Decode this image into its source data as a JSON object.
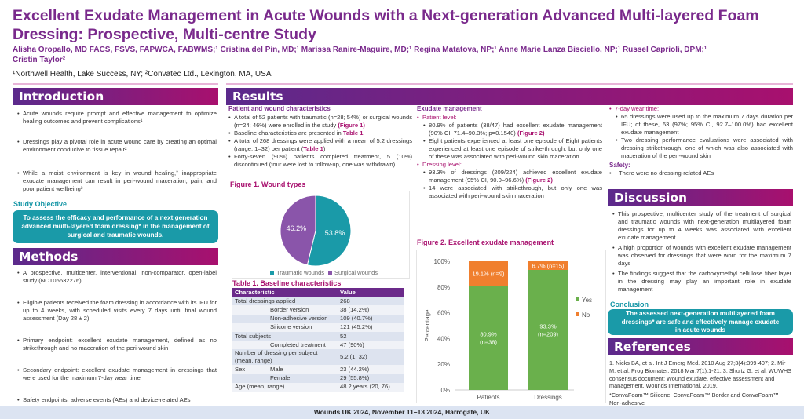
{
  "header": {
    "title": "Excellent Exudate Management in Acute Wounds with a Next-generation Advanced Multi-layered Foam Dressing: Prospective, Multi-centre Study",
    "authors": "Alisha Oropallo, MD FACS, FSVS, FAPWCA, FABWMS;¹ Cristina del Pin, MD;¹ Marissa Ranire-Maguire, MD;¹ Regina Matatova, NP;¹ Anne Marie Lanza Bisciello, NP;¹ Russel Caprioli, DPM;¹ Cristin Taylor²",
    "affiliations": "¹Northwell Health, Lake Success, NY; ²Convatec Ltd., Lexington, MA, USA"
  },
  "introduction": {
    "heading": "Introduction",
    "bullets": [
      "Acute wounds require prompt and effective management to optimize healing outcomes and prevent complications¹",
      "Dressings play a pivotal role in acute wound care by creating an optimal environment conducive to tissue repair²",
      "While a moist environment is key in wound healing,² inappropriate exudate management can result in peri-wound maceration, pain, and poor patient wellbeing³"
    ],
    "objective_heading": "Study Objective",
    "objective": "To assess the efficacy and performance of a next generation advanced multi-layered foam dressing* in the management of surgical and traumatic wounds."
  },
  "methods": {
    "heading": "Methods",
    "bullets": [
      "A prospective, multicenter, interventional, non-comparator, open-label study (NCT05632276)",
      "Eligible patients received the foam dressing in accordance with its IFU for up to 4 weeks, with scheduled visits every 7 days until final wound assessment (Day 28 ± 2)",
      "Primary endpoint: excellent exudate management, defined as no strikethrough and no maceration of the peri-wound skin",
      "Secondary endpoint: excellent exudate management in dressings that were used for the maximum 7-day wear time",
      "Safety endpoints: adverse events (AEs) and device-related AEs"
    ]
  },
  "results": {
    "heading": "Results",
    "pw_heading": "Patient and wound characteristics",
    "pw_bullets": [
      "A total of 52 patients with traumatic (n=28; 54%) or surgical wounds (n=24; 46%) were enrolled in the study ",
      "Baseline characteristics are presented in ",
      "A total of 268 dressings were applied with a mean of 5.2 dressings (range, 1–32) per patient (",
      "Forty-seven (90%) patients completed treatment, 5 (10%) discontinued (four were lost to follow-up, one was withdrawn)"
    ],
    "ref_fig1": "(Figure 1)",
    "ref_table1": "Table 1",
    "ref_table1b": "Table 1",
    "close_paren": ")",
    "ex_heading": "Exudate management",
    "patient_level": "Patient level:",
    "patient_bullets": [
      "80.9% of patients (38/47) had excellent exudate management (90% CI, 71.4–90.3%; p=0.1540) ",
      "Eight patients experienced at least one episode of Eight patients experienced at least one episode of strike-through, but only one of these was associated with peri-wound skin maceration"
    ],
    "ref_fig2": "(Figure 2)",
    "dressing_level": "Dressing level:",
    "dressing_bullets": [
      "93.3% of dressings (209/224) achieved excellent exudate management (95% CI, 90.0–96.6%) ",
      "14 were associated with strikethrough, but only one was associated with peri-wound skin maceration"
    ],
    "wear_heading": "7-day wear time:",
    "wear_bullets": [
      "65 dressings were used up to the maximum 7 days duration per IFU; of these, 63 (97%; 95% CI, 92.7–100.0%) had excellent exudate management",
      "Two dressing performance evaluations were associated with dressing strikethrough, one of which was also associated with maceration of the peri-wound skin"
    ],
    "safety_heading": "Safety:",
    "safety_bullet": "There were no dressing-related AEs"
  },
  "table1": {
    "title": "Table 1.  Baseline characteristics",
    "headers": [
      "Characteristic",
      "Value"
    ],
    "rows": [
      [
        "Total dressings applied",
        "",
        "268"
      ],
      [
        "",
        "Border version",
        "38 (14.2%)"
      ],
      [
        "",
        "Non-adhesive version",
        "109 (40.7%)"
      ],
      [
        "",
        "Silicone version",
        "121 (45.2%)"
      ],
      [
        "Total subjects",
        "",
        "52"
      ],
      [
        "",
        "Completed treatment",
        "47 (90%)"
      ],
      [
        "Number of dressing per subject (mean, range)",
        "",
        "5.2 (1, 32)"
      ],
      [
        "Sex",
        "Male",
        "23 (44.2%)"
      ],
      [
        "",
        "Female",
        "29 (55.8%)"
      ],
      [
        "Age (mean, range)",
        "",
        "48.2 years (20, 76)"
      ]
    ]
  },
  "chart_data": [
    {
      "type": "pie",
      "title": "Figure 1.  Wound types",
      "labels": [
        "Traumatic wounds",
        "Surgical wounds"
      ],
      "values": [
        53.8,
        46.2
      ],
      "data_labels": [
        "53.8%",
        "46.2%"
      ],
      "colors": [
        "#1a9aa8",
        "#8a55aa"
      ],
      "legend": "bottom"
    },
    {
      "type": "bar",
      "stacked": true,
      "title": "Figure 2.  Excellent exudate management",
      "categories": [
        "Patients",
        "Dressings"
      ],
      "ylabel": "Percentage",
      "ylim": [
        0,
        100
      ],
      "yticks": [
        "0%",
        "20%",
        "40%",
        "60%",
        "80%",
        "100%"
      ],
      "legend": "right",
      "series": [
        {
          "name": "Yes",
          "values": [
            80.9,
            93.3
          ],
          "labels": [
            [
              "80.9%",
              "(n=38)"
            ],
            [
              "93.3%",
              "(n=209)"
            ]
          ],
          "color": "#6ab04c"
        },
        {
          "name": "No",
          "values": [
            19.1,
            6.7
          ],
          "labels": [
            [
              "19.1% (n=9)"
            ],
            [
              "6.7% (n=15)"
            ]
          ],
          "color": "#f07f2e"
        }
      ]
    }
  ],
  "discussion": {
    "heading": "Discussion",
    "bullets": [
      "This prospective, multicenter study of the treatment of surgical and traumatic wounds with next-generation multilayered foam dressings for up to 4 weeks was associated with excellent exudate management",
      "A high proportion of wounds with excellent exudate management was observed for dressings that were worn for the maximum 7 days",
      "The findings suggest that the carboxymethyl cellulose fiber layer in the dressing may play an important role in exudate management"
    ],
    "conclusion_heading": "Conclusion",
    "conclusion": "The assessed next-generation multilayered foam dressings* are safe and effectively manage exudate in acute wounds"
  },
  "references": {
    "heading": "References",
    "text": "1. Nicks BA, et al. Int J Emerg Med. 2010 Aug 27;3(4):399-407; 2. Mir M, et al. Prog Biomater. 2018 Mar;7(1):1-21; 3. Shultz G, et al. WUWHS consensus document: Wound exudate, effective assessment and management. Wounds International. 2019.",
    "footnote": "*ConvaFoam™ Silicone, ConvaFoam™ Border and ConvaFoam™ Non-adhesive"
  },
  "footer": "Wounds UK 2024, November 11–13 2024, Harrogate, UK"
}
